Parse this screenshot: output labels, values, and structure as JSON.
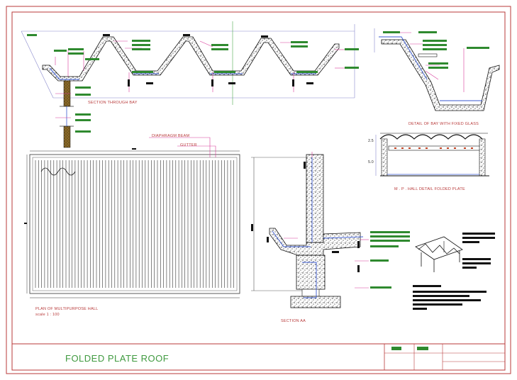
{
  "drawing": {
    "title": "FOLDED PLATE ROOF",
    "views": {
      "section_through_bay": "SECTION THROUGH BAY",
      "detail_of_bay": "DETAIL OF BAY WITH FIXED GLASS",
      "hall_detail": "M . P . HALL DETAIL FOLDED PLATE",
      "plan_title": "PLAN OF MULTIPURPOSE HALL",
      "plan_scale": "scale 1 : 100",
      "section_aa": "SECTION AA"
    },
    "callouts": {
      "diaphragm_beam": "DIAPHRAGM BEAM",
      "gutter": "GUTTER"
    },
    "dims": {
      "d1": "2.5",
      "d2": "5.0"
    }
  },
  "colors": {
    "frame": "#b83a3a",
    "title": "#3f9a3f",
    "leader": "#d83a9a",
    "tag": "#2f8a2f"
  }
}
